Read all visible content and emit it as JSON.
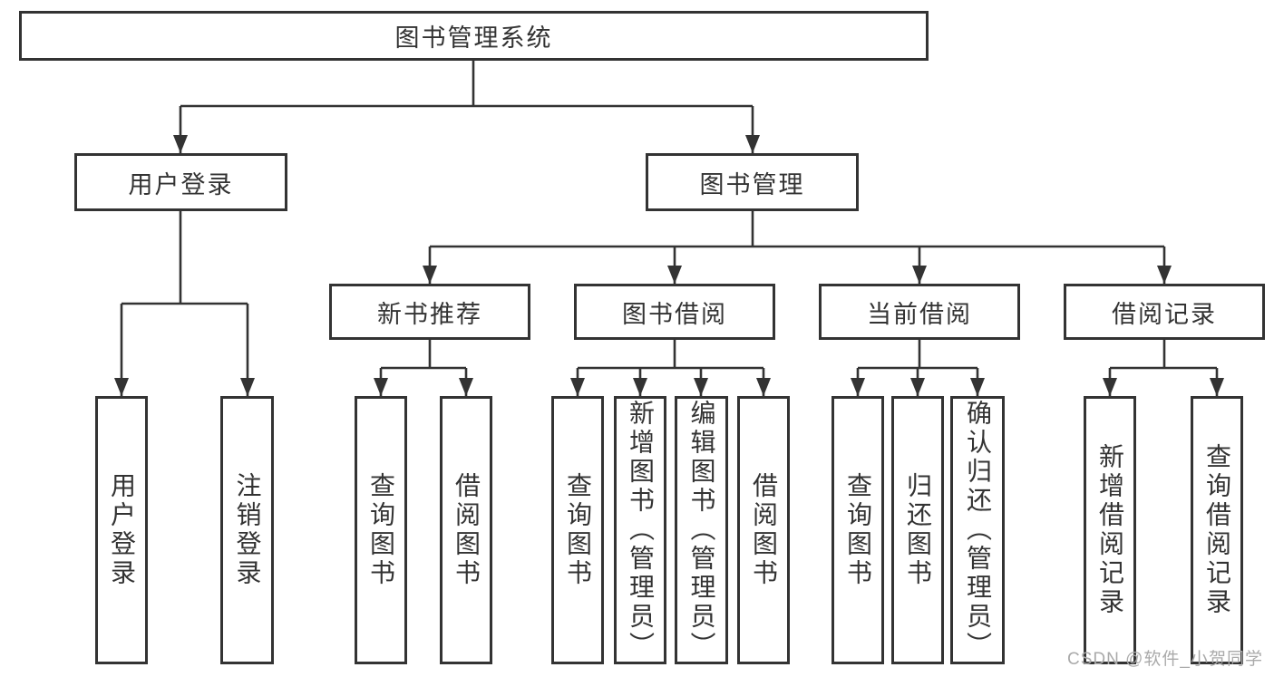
{
  "diagram": {
    "root": {
      "label": "图书管理系统"
    },
    "branches": [
      {
        "label": "用户登录",
        "children": [
          {
            "label": "用户登录"
          },
          {
            "label": "注销登录"
          }
        ]
      },
      {
        "label": "图书管理",
        "groups": [
          {
            "label": "新书推荐",
            "children": [
              {
                "label": "查询图书"
              },
              {
                "label": "借阅图书"
              }
            ]
          },
          {
            "label": "图书借阅",
            "children": [
              {
                "label": "查询图书"
              },
              {
                "label": "新增图书（管理员）"
              },
              {
                "label": "编辑图书（管理员）"
              },
              {
                "label": "借阅图书"
              }
            ]
          },
          {
            "label": "当前借阅",
            "children": [
              {
                "label": "查询图书"
              },
              {
                "label": "归还图书"
              },
              {
                "label": "确认归还（管理员）"
              }
            ]
          },
          {
            "label": "借阅记录",
            "children": [
              {
                "label": "新增借阅记录"
              },
              {
                "label": "查询借阅记录"
              }
            ]
          }
        ]
      }
    ]
  },
  "watermark": {
    "text": "CSDN @软件_小贺同学"
  },
  "colors": {
    "line": "#333333",
    "text": "#333333",
    "box_background": "#ffffff",
    "background": "#ffffff",
    "watermark": "#aaaaaa"
  }
}
